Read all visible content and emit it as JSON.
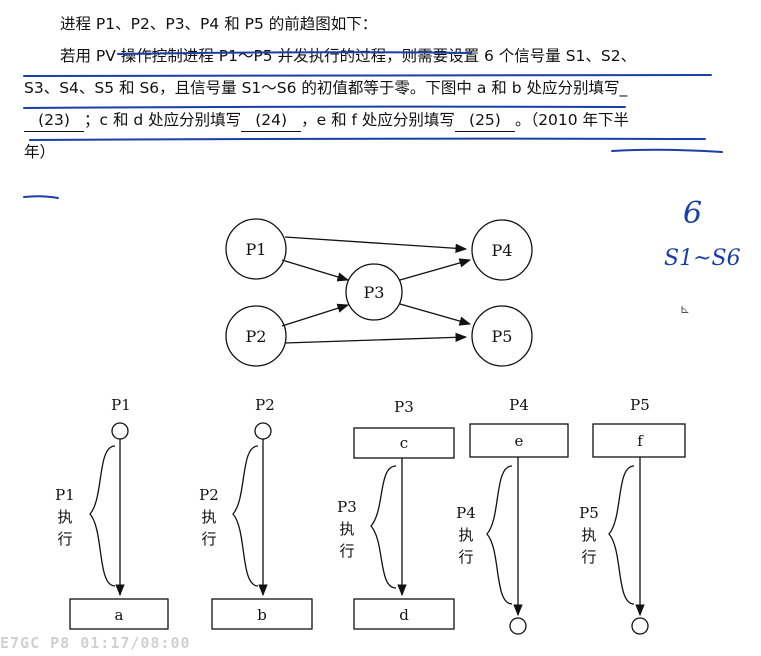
{
  "question": {
    "line1": "进程 P1、P2、P3、P4 和 P5 的前趋图如下：",
    "line2": "若用 PV 操作控制进程 P1～P5 并发执行的过程，则需要设置 6 个信号量 S1、S2、",
    "line3": "S3、S4、S5 和 S6，且信号量 S1～S6 的初值都等于零。下图中 a 和 b 处应分别填写_",
    "blank1": "(23)",
    "mid1": "；c 和 d 处应分别填写",
    "blank2": "(24)",
    "mid2": "，e 和 f 处应分别填写",
    "blank3": "(25)",
    "tail": "。（2010 年下半",
    "line5": "年）"
  },
  "graph": {
    "nodes": [
      "P1",
      "P2",
      "P3",
      "P4",
      "P5"
    ]
  },
  "flows": [
    {
      "label": "P1",
      "bottom": "a",
      "side": [
        "P1",
        "执",
        "行"
      ]
    },
    {
      "label": "P2",
      "bottom": "b",
      "side": [
        "P2",
        "执",
        "行"
      ]
    },
    {
      "label": "P3",
      "top": "c",
      "bottom": "d",
      "side": [
        "P3",
        "执",
        "行"
      ]
    },
    {
      "label": "P4",
      "top": "e",
      "side": [
        "P4",
        "执",
        "行"
      ]
    },
    {
      "label": "P5",
      "top": "f",
      "side": [
        "P5",
        "执",
        "行"
      ]
    }
  ],
  "annotations": {
    "num": "6",
    "range": "S1~S6",
    "cursor": "⊾"
  },
  "watermark": "E7GC P8 01:17/08:00",
  "colors": {
    "ink": "#1a3fa8",
    "text": "#111111"
  }
}
